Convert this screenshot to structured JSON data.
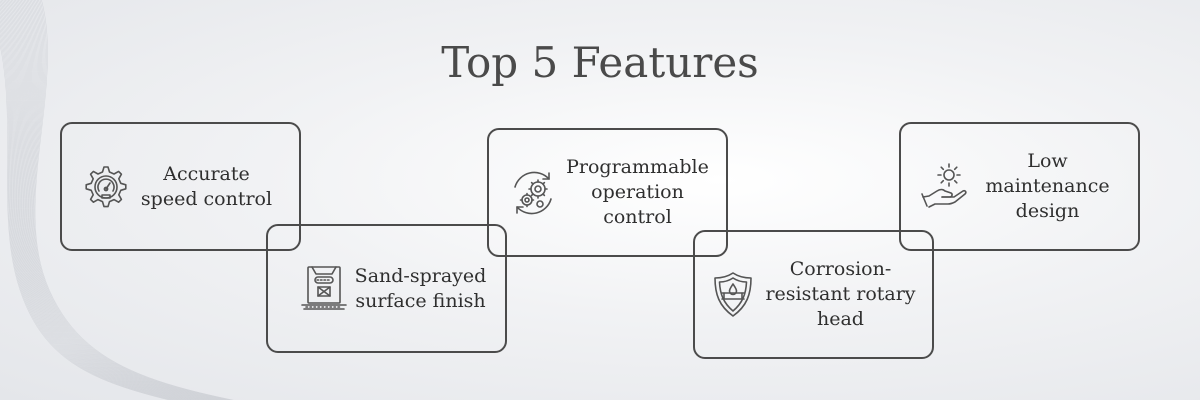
{
  "title": "Top 5 Features",
  "features": [
    {
      "label": "Accurate\nspeed control",
      "icon": "speedometer-gear-icon"
    },
    {
      "label": "Sand-sprayed\nsurface finish",
      "icon": "sandblaster-machine-icon"
    },
    {
      "label": "Programmable\noperation\ncontrol",
      "icon": "gears-cycle-icon"
    },
    {
      "label": "Corrosion-\nresistant rotary\nhead",
      "icon": "shield-drop-icon"
    },
    {
      "label": "Low\nmaintenance\ndesign",
      "icon": "hand-gear-icon"
    }
  ],
  "colors": {
    "border": "#4b4b4b",
    "text": "#2f2f2f",
    "title": "#4a4a4a"
  }
}
